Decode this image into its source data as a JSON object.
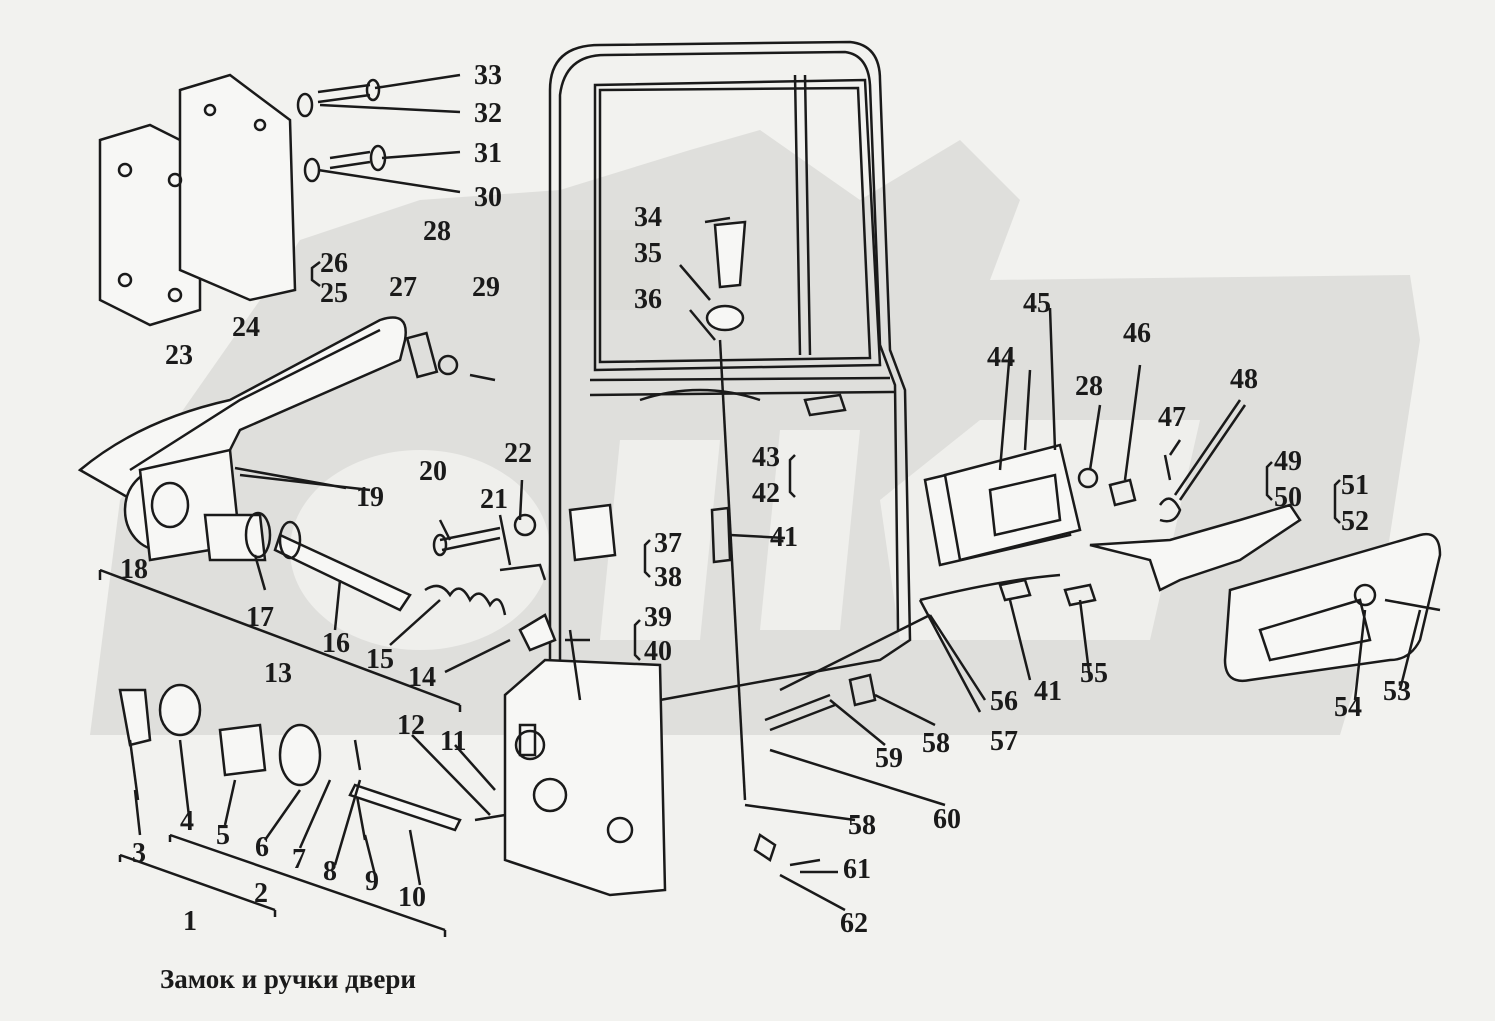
{
  "caption": "Замок и ручки двери",
  "watermark_color": "#d8d8d4",
  "ink_color": "#1a1a1a",
  "labels": {
    "n1": "1",
    "n2": "2",
    "n3": "3",
    "n4": "4",
    "n5": "5",
    "n6": "6",
    "n7": "7",
    "n8": "8",
    "n9": "9",
    "n10": "10",
    "n11": "11",
    "n12": "12",
    "n13": "13",
    "n14": "14",
    "n15": "15",
    "n16": "16",
    "n17": "17",
    "n18": "18",
    "n19": "19",
    "n20": "20",
    "n21": "21",
    "n22": "22",
    "n23": "23",
    "n24": "24",
    "n25": "25",
    "n26": "26",
    "n27": "27",
    "n28a": "28",
    "n28b": "28",
    "n29": "29",
    "n30": "30",
    "n31": "31",
    "n32": "32",
    "n33": "33",
    "n34": "34",
    "n35": "35",
    "n36": "36",
    "n37": "37",
    "n38": "38",
    "n39": "39",
    "n40": "40",
    "n41a": "41",
    "n41b": "41",
    "n42": "42",
    "n43": "43",
    "n44": "44",
    "n45": "45",
    "n46": "46",
    "n47": "47",
    "n48": "48",
    "n49": "49",
    "n50": "50",
    "n51": "51",
    "n52": "52",
    "n53": "53",
    "n54": "54",
    "n55": "55",
    "n56": "56",
    "n57": "57",
    "n58a": "58",
    "n58b": "58",
    "n59": "59",
    "n60": "60",
    "n61": "61",
    "n62": "62"
  }
}
